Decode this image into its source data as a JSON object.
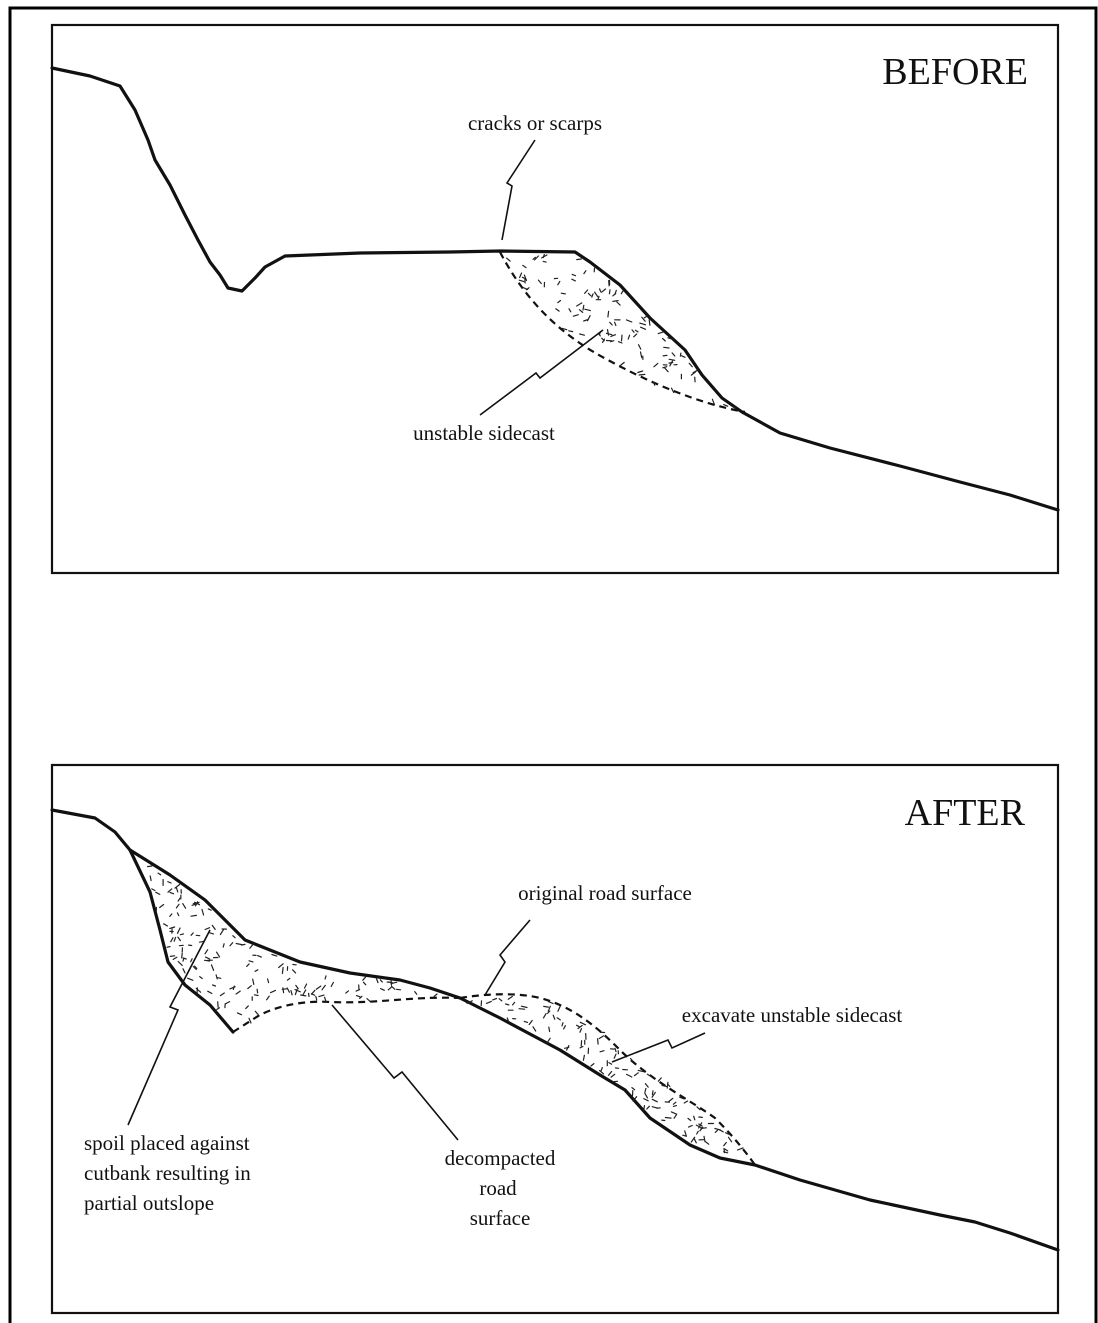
{
  "before": {
    "title": "BEFORE",
    "labels": {
      "cracks": "cracks or scarps",
      "sidecast": "unstable sidecast"
    }
  },
  "after": {
    "title": "AFTER",
    "labels": {
      "original_road": "original road surface",
      "excavate": "excavate unstable sidecast",
      "spoil": [
        "spoil placed against",
        "cutbank resulting in",
        "partial outslope"
      ],
      "decompacted": [
        "decompacted",
        "road",
        "surface"
      ]
    }
  }
}
